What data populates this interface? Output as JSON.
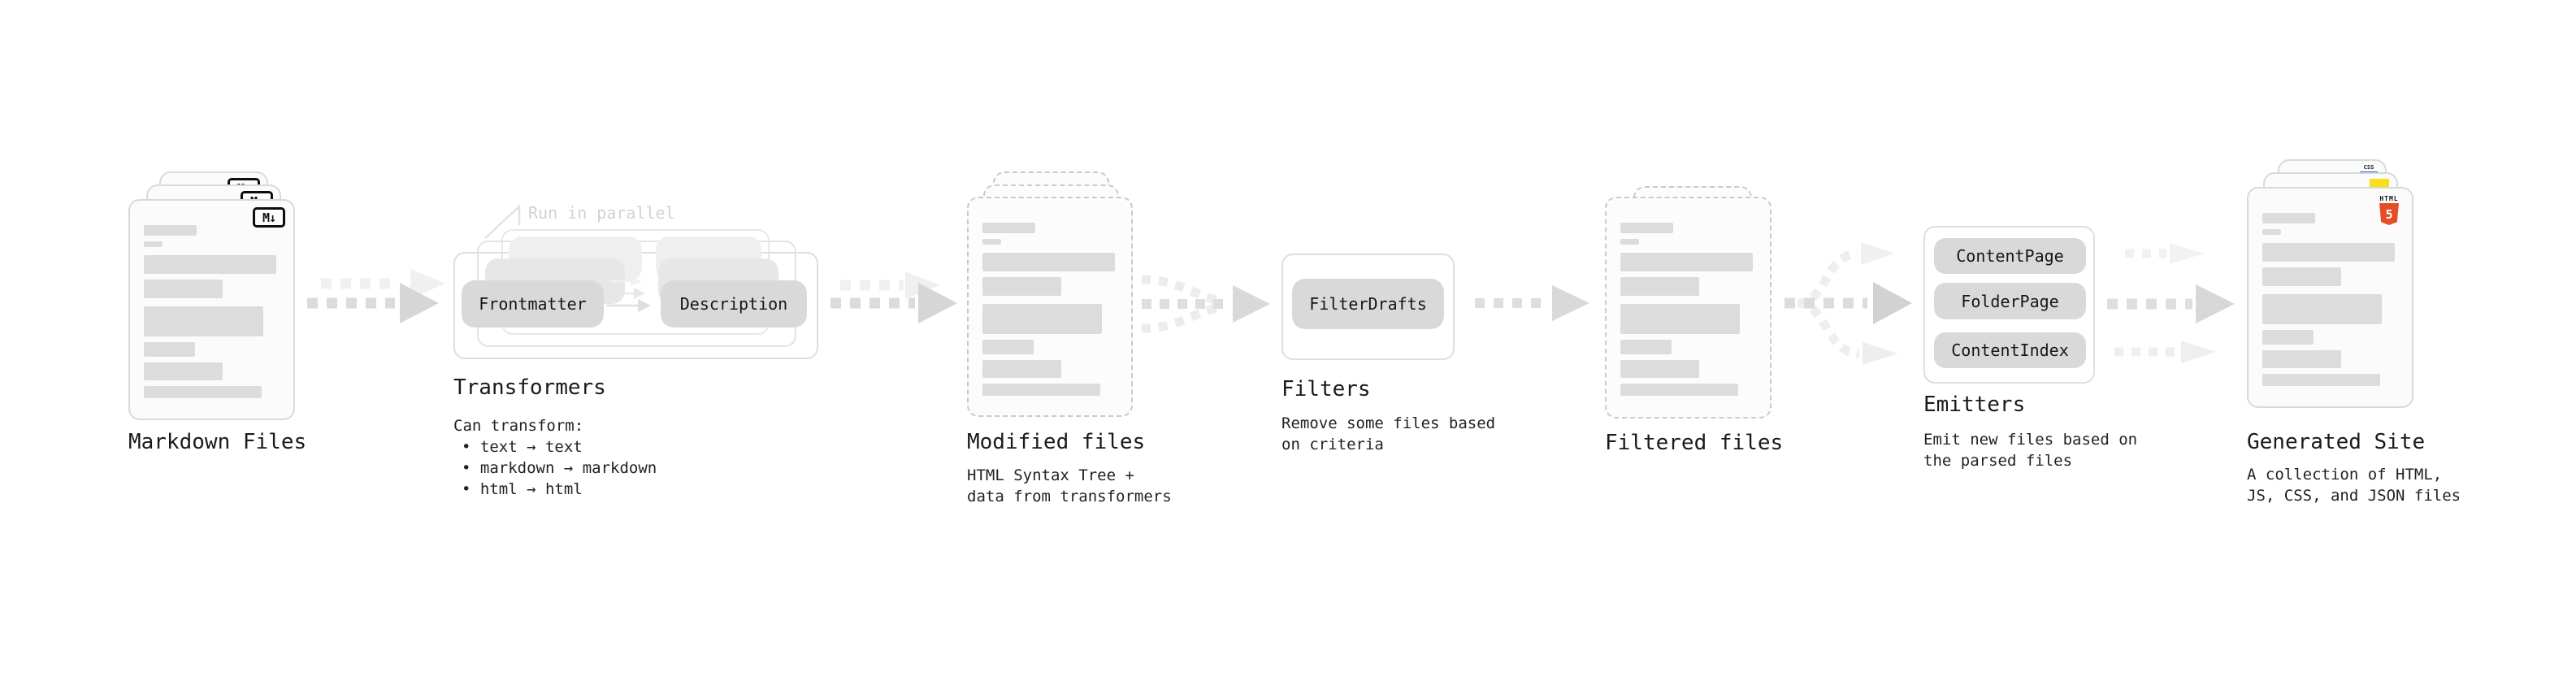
{
  "stages": {
    "markdown_files": {
      "label": "Markdown Files",
      "badge": "M↓"
    },
    "transformers": {
      "label": "Transformers",
      "annotation": "Run in parallel",
      "pill_frontmatter": "Frontmatter",
      "pill_description": "Description",
      "desc_heading": "Can transform:",
      "bullets": [
        "• text → text",
        "• markdown → markdown",
        "• html → html"
      ]
    },
    "modified_files": {
      "label": "Modified files",
      "description": "HTML Syntax Tree +\ndata from transformers"
    },
    "filters": {
      "label": "Filters",
      "pill": "FilterDrafts",
      "description": "Remove some files based\non criteria"
    },
    "filtered_files": {
      "label": "Filtered files"
    },
    "emitters": {
      "label": "Emitters",
      "pills": [
        "ContentPage",
        "FolderPage",
        "ContentIndex"
      ],
      "description": "Emit new files based on\nthe parsed files"
    },
    "generated_site": {
      "label": "Generated Site",
      "description": "A collection of HTML,\nJS, CSS, and JSON files",
      "badges": {
        "html5_text": "HTML",
        "html5_number": "5",
        "css_text": "CSS"
      }
    }
  },
  "colors": {
    "html5_orange": "#e44d26",
    "js_yellow": "#f7df1e",
    "css_blue": "#2965f1",
    "pill_gray": "#d9d9d9",
    "arrow_gray": "#d8d8d8",
    "skeleton_gray": "#dcdcdc"
  }
}
